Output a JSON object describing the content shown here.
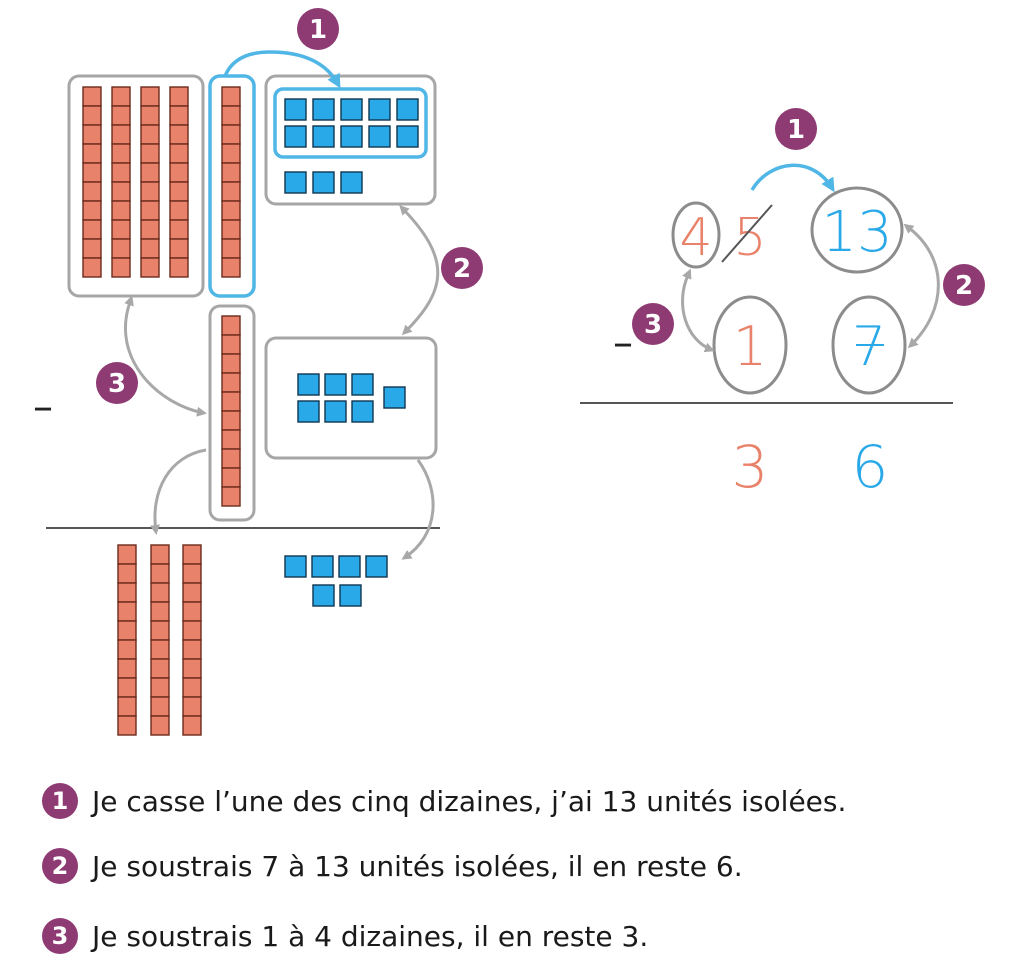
{
  "colors": {
    "tens": "#e9826a",
    "units": "#2aa9e8",
    "badge": "#8e3a73",
    "arrow": "#a8a8a8",
    "highlight": "#4fb6e6"
  },
  "badges": [
    "1",
    "2",
    "3"
  ],
  "minus_sign": "–",
  "column": {
    "tens_digit": "4",
    "struck_tens_digit": "5",
    "units_value": "13",
    "sub_tens": "1",
    "sub_units": "7",
    "result_tens": "3",
    "result_units": "6"
  },
  "legend": [
    {
      "badge": "1",
      "text": "Je casse l’une des cinq dizaines, j’ai 13 unités isolées."
    },
    {
      "badge": "2",
      "text": "Je soustrais 7 à 13 unités isolées, il en reste 6."
    },
    {
      "badge": "3",
      "text": "Je soustrais 1 à 4 dizaines, il en reste 3."
    }
  ]
}
